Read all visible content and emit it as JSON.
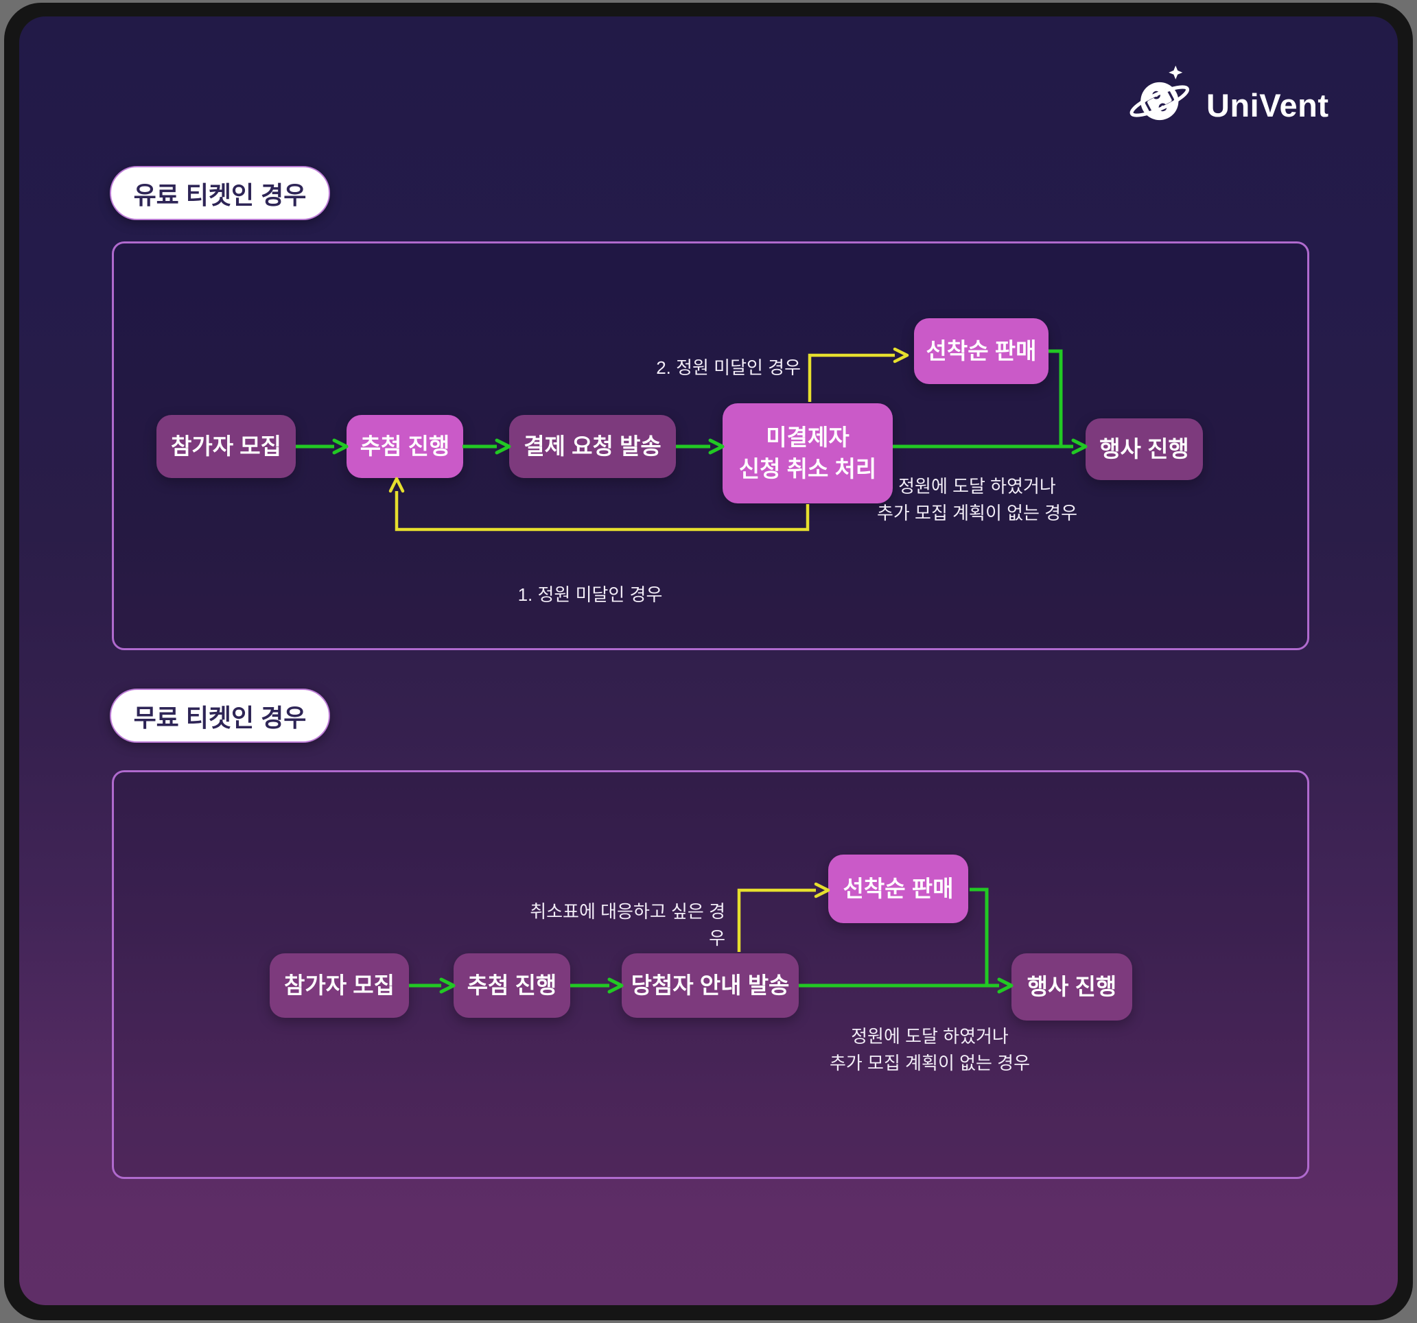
{
  "logo": {
    "name": "UniVent",
    "icon": "planet-ticket-icon"
  },
  "colors": {
    "node_dark": "#7d3a7d",
    "node_pink": "#ca5ac8",
    "arrow_green": "#22c824",
    "arrow_yellow": "#e6df2e",
    "container_border": "#b06ace",
    "badge_bg": "#ffffff",
    "badge_text": "#2e2556"
  },
  "sections": [
    {
      "badge": "유료 티켓인 경우",
      "nodes": [
        {
          "label": "참가자 모집"
        },
        {
          "label": "추첨 진행"
        },
        {
          "label": "결제 요청 발송"
        },
        {
          "label_line1": "미결제자",
          "label_line2": "신청 취소 처리"
        },
        {
          "label": "선착순 판매"
        },
        {
          "label": "행사 진행"
        }
      ],
      "edge_labels": {
        "to_fcfs": "2. 정원 미달인 경우",
        "loop_back": "1. 정원 미달인 경우",
        "capacity_line1": "정원에 도달 하였거나",
        "capacity_line2": "추가 모집 계획이 없는 경우"
      }
    },
    {
      "badge": "무료 티켓인 경우",
      "nodes": [
        {
          "label": "참가자 모집"
        },
        {
          "label": "추첨 진행"
        },
        {
          "label": "당첨자 안내 발송"
        },
        {
          "label": "선착순 판매"
        },
        {
          "label": "행사 진행"
        }
      ],
      "edge_labels": {
        "to_fcfs": "취소표에 대응하고 싶은 경우",
        "capacity_line1": "정원에 도달 하였거나",
        "capacity_line2": "추가 모집 계획이 없는 경우"
      }
    }
  ]
}
